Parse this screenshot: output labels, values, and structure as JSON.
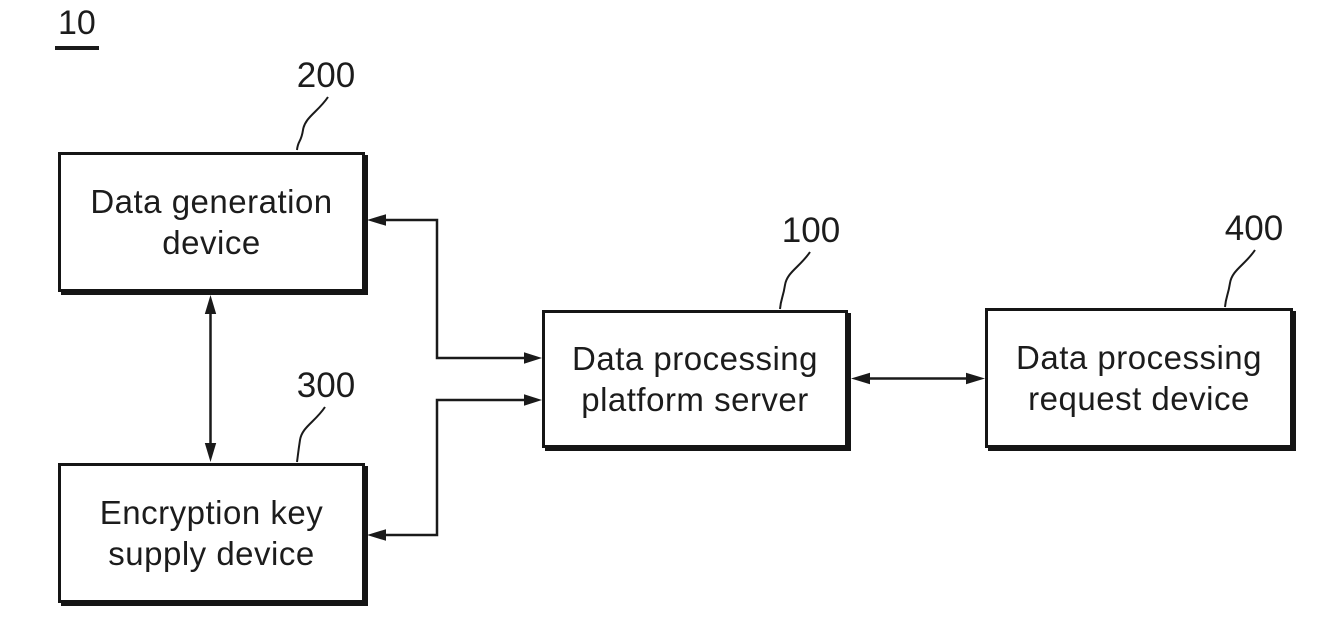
{
  "figure": {
    "ref_label": "10",
    "colors": {
      "background": "#ffffff",
      "line": "#1a1a1a",
      "text": "#1c1c1c"
    },
    "nodes": {
      "platform_server": {
        "ref": "100",
        "line1": "Data processing",
        "line2": "platform server"
      },
      "data_generation": {
        "ref": "200",
        "line1": "Data generation",
        "line2": "device"
      },
      "encryption_key": {
        "ref": "300",
        "line1": "Encryption key",
        "line2": "supply device"
      },
      "request_device": {
        "ref": "400",
        "line1": "Data processing",
        "line2": "request device"
      }
    },
    "connections": [
      {
        "from": "200",
        "to": "100",
        "style": "elbow",
        "direction": "bidirectional"
      },
      {
        "from": "100",
        "to": "300",
        "style": "elbow",
        "direction": "bidirectional"
      },
      {
        "from": "200",
        "to": "300",
        "style": "vertical",
        "direction": "bidirectional"
      },
      {
        "from": "100",
        "to": "400",
        "style": "horizontal",
        "direction": "bidirectional"
      }
    ]
  }
}
